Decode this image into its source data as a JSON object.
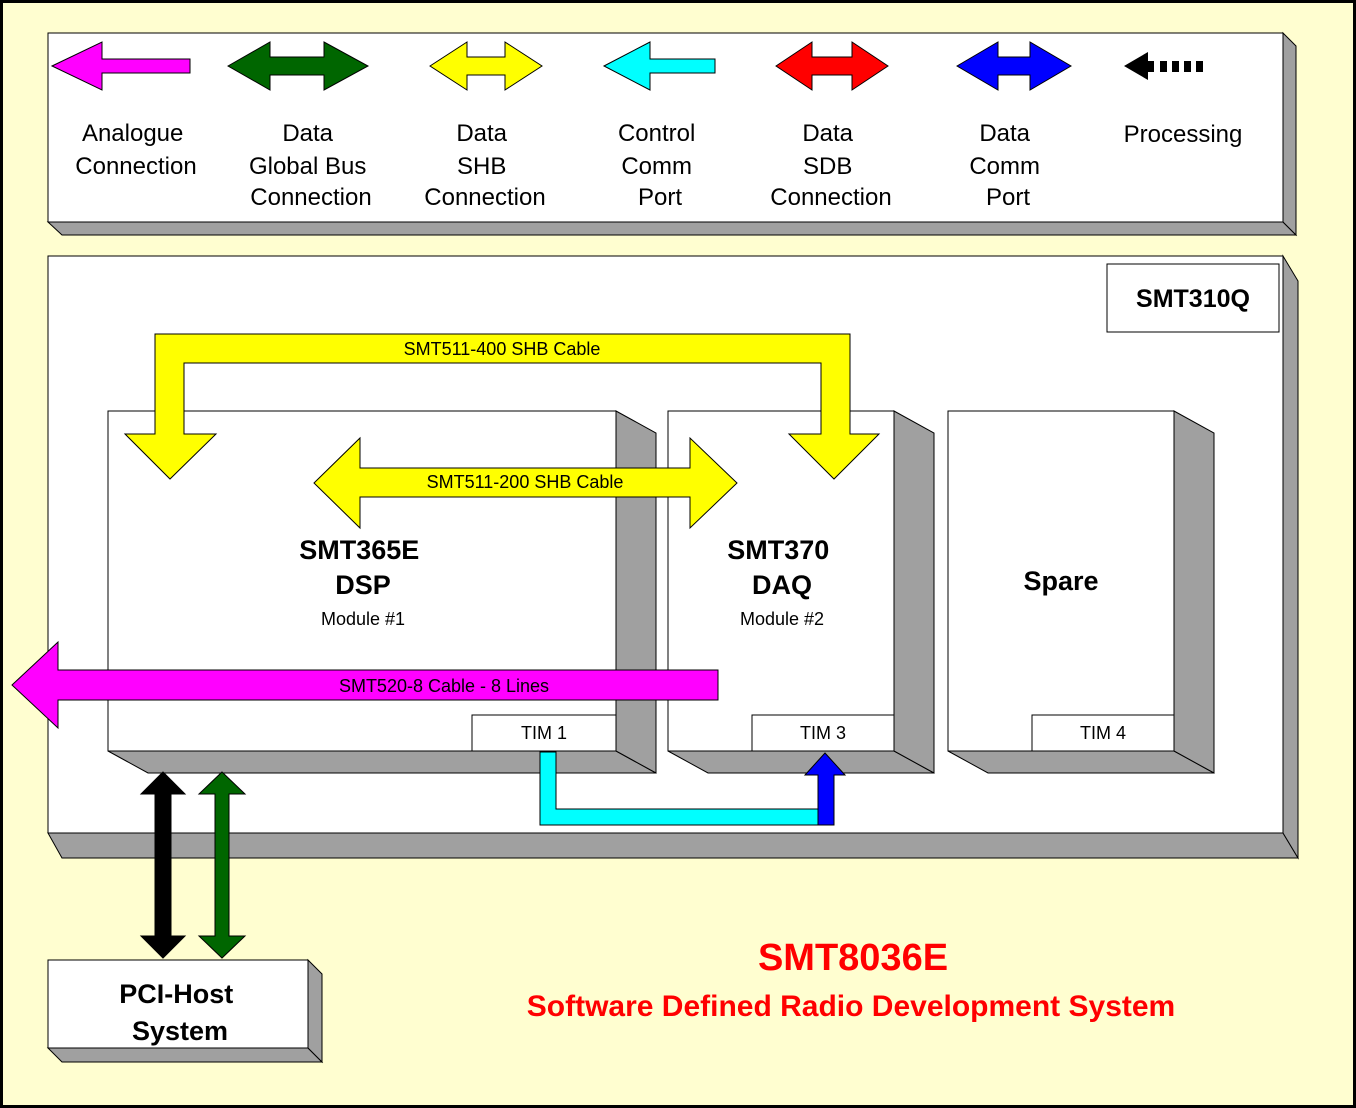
{
  "legend": {
    "items": [
      {
        "lines": [
          "Analogue",
          "Connection"
        ],
        "color": "#ff00ff",
        "icon": "left-arrow"
      },
      {
        "lines": [
          "Data",
          "Global Bus",
          "Connection"
        ],
        "color": "#006600",
        "icon": "double-arrow"
      },
      {
        "lines": [
          "Data",
          "SHB",
          "Connection"
        ],
        "color": "#ffff00",
        "icon": "double-arrow"
      },
      {
        "lines": [
          "Control",
          "Comm",
          "Port"
        ],
        "color": "#00ffff",
        "icon": "left-arrow"
      },
      {
        "lines": [
          "Data",
          "SDB",
          "Connection"
        ],
        "color": "#ff0000",
        "icon": "double-arrow"
      },
      {
        "lines": [
          "Data",
          "Comm",
          "Port"
        ],
        "color": "#0000ff",
        "icon": "double-arrow"
      },
      {
        "lines": [
          "Processing"
        ],
        "color": "#000000",
        "icon": "dashed-left-arrow"
      }
    ]
  },
  "carrier": {
    "label": "SMT310Q"
  },
  "modules": [
    {
      "title1": "SMT365E",
      "title2": "DSP",
      "subtitle": "Module #1",
      "tim": "TIM 1"
    },
    {
      "title1": "SMT370",
      "title2": "DAQ",
      "subtitle": "Module #2",
      "tim": "TIM 3"
    },
    {
      "title1": "Spare",
      "title2": "",
      "subtitle": "",
      "tim": "TIM 4"
    }
  ],
  "cables": {
    "shb_400": "SMT511-400 SHB Cable",
    "shb_200": "SMT511-200 SHB Cable",
    "analogue": "SMT520-8 Cable - 8 Lines"
  },
  "host": {
    "line1": "PCI-Host",
    "line2": "System"
  },
  "system": {
    "title": "SMT8036E",
    "subtitle": "Software Defined Radio Development System"
  },
  "colors": {
    "background": "#fffed0",
    "shadow": "#a0a0a0",
    "title_red": "#ff0000"
  }
}
